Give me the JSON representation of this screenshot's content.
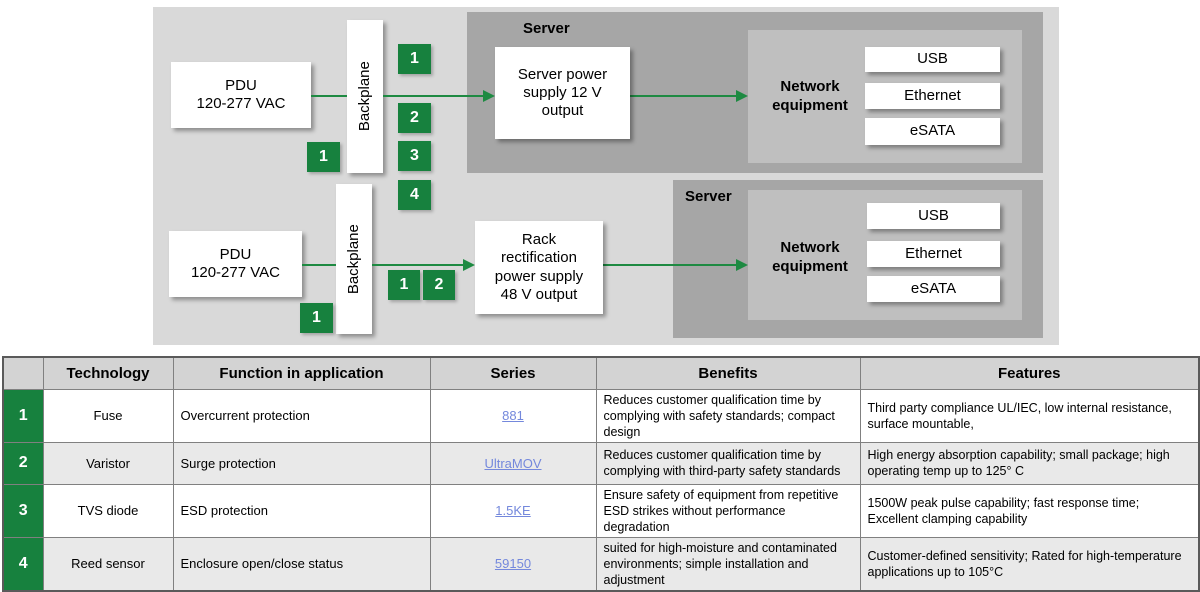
{
  "colors": {
    "accent_green": "#17813e",
    "arrow_green": "#1e8a42",
    "panel_bg": "#d9d9d9",
    "server_bg": "#a6a6a6",
    "network_bg": "#bfbfbf",
    "table_header_bg": "#d3d3d3",
    "alt_row_bg": "#e9e9e9",
    "link_blue": "#7488dc"
  },
  "diagram": {
    "flow1": {
      "pdu": "PDU\n120-277 VAC",
      "backplane": "Backplane",
      "marker_pre": "1",
      "markers": [
        "1",
        "2",
        "3",
        "4"
      ],
      "server_title": "Server",
      "psu": "Server power\nsupply 12 V\noutput",
      "network": "Network\nequipment",
      "ports": [
        "USB",
        "Ethernet",
        "eSATA"
      ]
    },
    "flow2": {
      "pdu": "PDU\n120-277 VAC",
      "backplane": "Backplane",
      "marker_pre": "1",
      "markers": [
        "1",
        "2"
      ],
      "server_title": "Server",
      "psu": "Rack\nrectification\npower supply\n48 V output",
      "network": "Network\nequipment",
      "ports": [
        "USB",
        "Ethernet",
        "eSATA"
      ]
    }
  },
  "table": {
    "headers": [
      "",
      "Technology",
      "Function in application",
      "Series",
      "Benefits",
      "Features"
    ],
    "rows": [
      {
        "num": "1",
        "technology": "Fuse",
        "function": "Overcurrent protection",
        "series": "881",
        "benefits": "Reduces customer qualification time by complying with safety standards; compact design",
        "features": "Third party compliance UL/IEC, low internal resistance, surface mountable,"
      },
      {
        "num": "2",
        "technology": "Varistor",
        "function": "Surge protection",
        "series": "UltraMOV",
        "benefits": "Reduces customer qualification time by complying with third-party safety standards",
        "features": "High energy absorption capability; small package; high operating temp up to 125° C"
      },
      {
        "num": "3",
        "technology": "TVS diode",
        "function": "ESD protection",
        "series": "1.5KE",
        "benefits": "Ensure safety of equipment from repetitive ESD strikes without performance degradation",
        "features": "1500W peak pulse capability; fast response time; Excellent clamping capability"
      },
      {
        "num": "4",
        "technology": "Reed sensor",
        "function": "Enclosure open/close status",
        "series": "59150",
        "benefits": "suited for high-moisture and contaminated environments; simple installation and adjustment",
        "features": "Customer-defined sensitivity; Rated for high-temperature applications up to 105°C"
      }
    ]
  }
}
